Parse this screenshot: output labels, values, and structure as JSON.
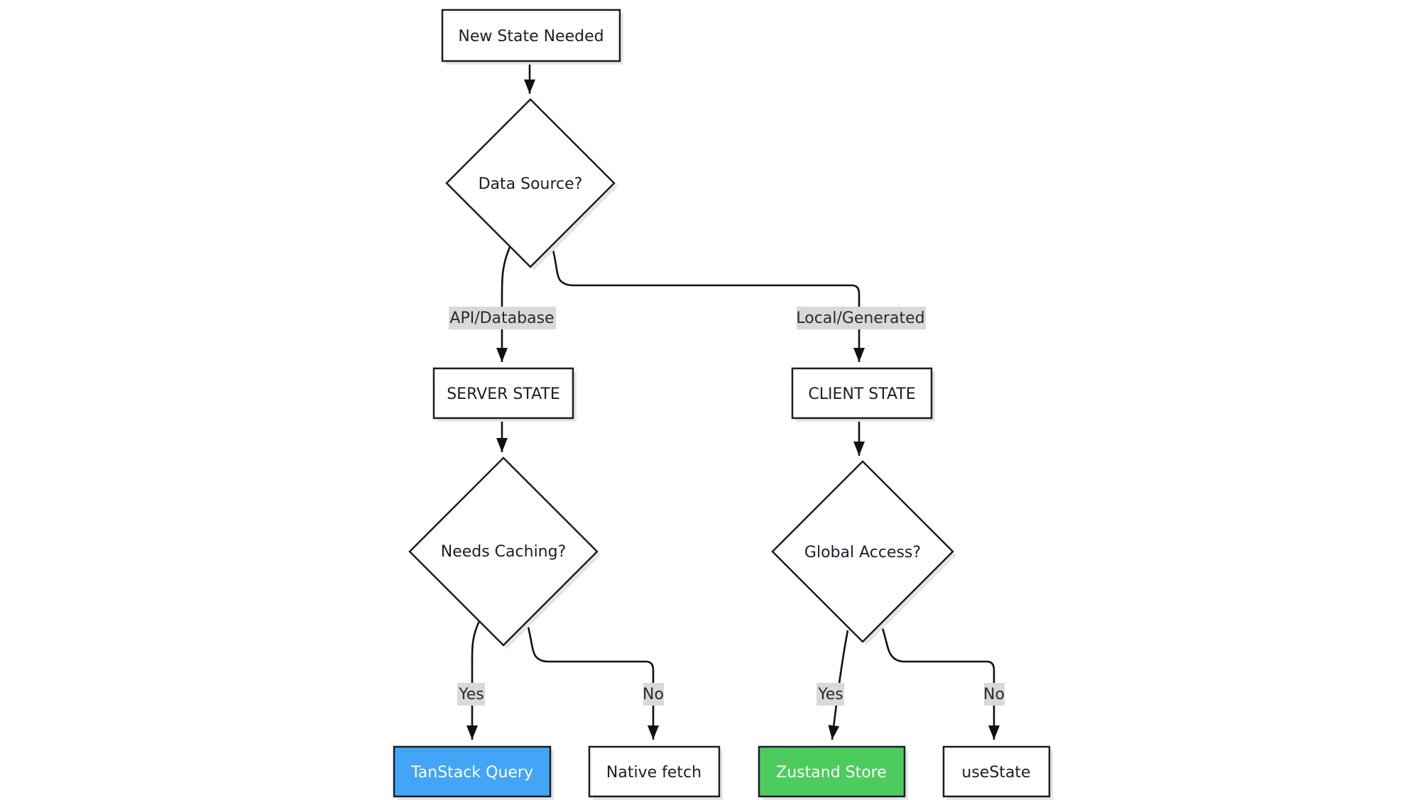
{
  "nodes": {
    "start": {
      "label": "New State Needed"
    },
    "data_source": {
      "label": "Data Source?"
    },
    "server_state": {
      "label": "SERVER STATE"
    },
    "client_state": {
      "label": "CLIENT STATE"
    },
    "needs_caching": {
      "label": "Needs Caching?"
    },
    "global_access": {
      "label": "Global Access?"
    },
    "tanstack": {
      "label": "TanStack Query",
      "fill": "#42a5f5"
    },
    "native_fetch": {
      "label": "Native fetch"
    },
    "zustand": {
      "label": "Zustand Store",
      "fill": "#4ccc5c"
    },
    "usestate": {
      "label": "useState"
    }
  },
  "edges": {
    "api_database": {
      "label": "API/Database"
    },
    "local_generated": {
      "label": "Local/Generated"
    },
    "caching_yes": {
      "label": "Yes"
    },
    "caching_no": {
      "label": "No"
    },
    "global_yes": {
      "label": "Yes"
    },
    "global_no": {
      "label": "No"
    }
  }
}
